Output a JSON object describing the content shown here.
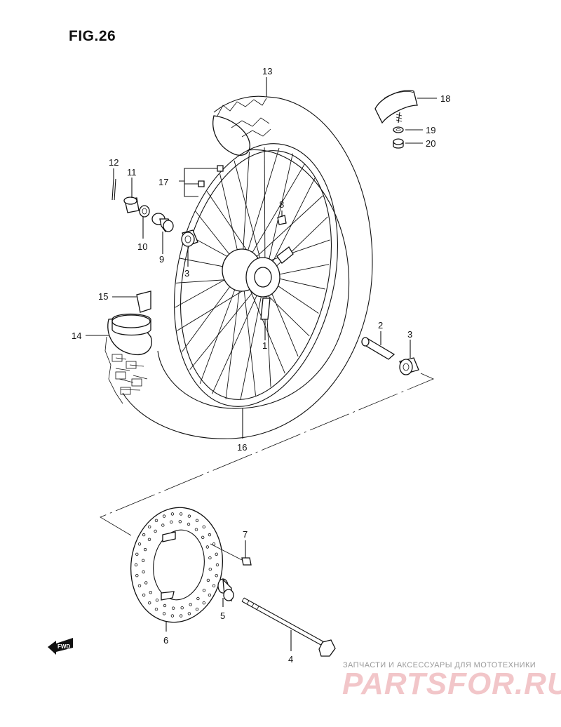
{
  "figure": {
    "title": "FIG.26"
  },
  "labels": {
    "p1": "1",
    "p2": "2",
    "p3a": "3",
    "p3b": "3",
    "p4": "4",
    "p5": "5",
    "p6": "6",
    "p7": "7",
    "p8": "8",
    "p9": "9",
    "p10": "10",
    "p11": "11",
    "p12": "12",
    "p13": "13",
    "p14": "14",
    "p15": "15",
    "p16": "16",
    "p17": "17",
    "p18": "18",
    "p19": "19",
    "p20": "20"
  },
  "fwd_badge": "FWD",
  "watermark": {
    "tagline": "ЗАПЧАСТИ И АКСЕССУАРЫ ДЛЯ МОТОТЕХНИКИ",
    "logo": "PARTSFOR.RU",
    "color": "#f2c6c9"
  }
}
